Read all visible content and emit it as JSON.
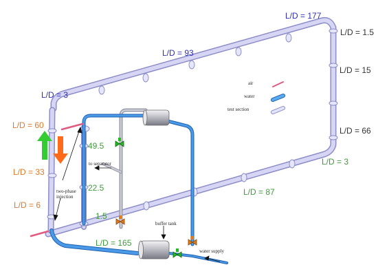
{
  "labels": {
    "ld_177": "L/D = 177",
    "ld_1_5": "L/D = 1.5",
    "ld_93": "L/D = 93",
    "ld_15": "L/D = 15",
    "ld_3_top": "L/D = 3",
    "ld_66": "L/D = 66",
    "ld_3_right": "L/D = 3",
    "ld_87": "L/D = 87",
    "ld_165": "L/D = 165",
    "ld_60": "L/D = 60",
    "ld_33": "L/D = 33",
    "ld_6": "L/D = 6",
    "v_49_5": "49.5",
    "v_22_5": "22.5",
    "v_1_5": "1.5"
  },
  "legend": {
    "air": "air",
    "water": "water",
    "test_section": "test section"
  },
  "annotations": {
    "to_separator": "to separator",
    "two_phase_line1": "two-phase",
    "two_phase_line2": "injection",
    "buffer_tank": "buffer tank",
    "water_supply": "water supply"
  },
  "colors": {
    "test_section_pipe": "#c9c9f0",
    "water_pipe": "#2f7fd8",
    "air_pipe": "#e05a80",
    "separator_pipe": "#a8a8b8",
    "label_blue": "#2e2eb8",
    "label_orange": "#e07a2a",
    "label_green": "#3f9a3a",
    "arrow_up": "#33cc33",
    "arrow_down": "#ff6a1a"
  }
}
